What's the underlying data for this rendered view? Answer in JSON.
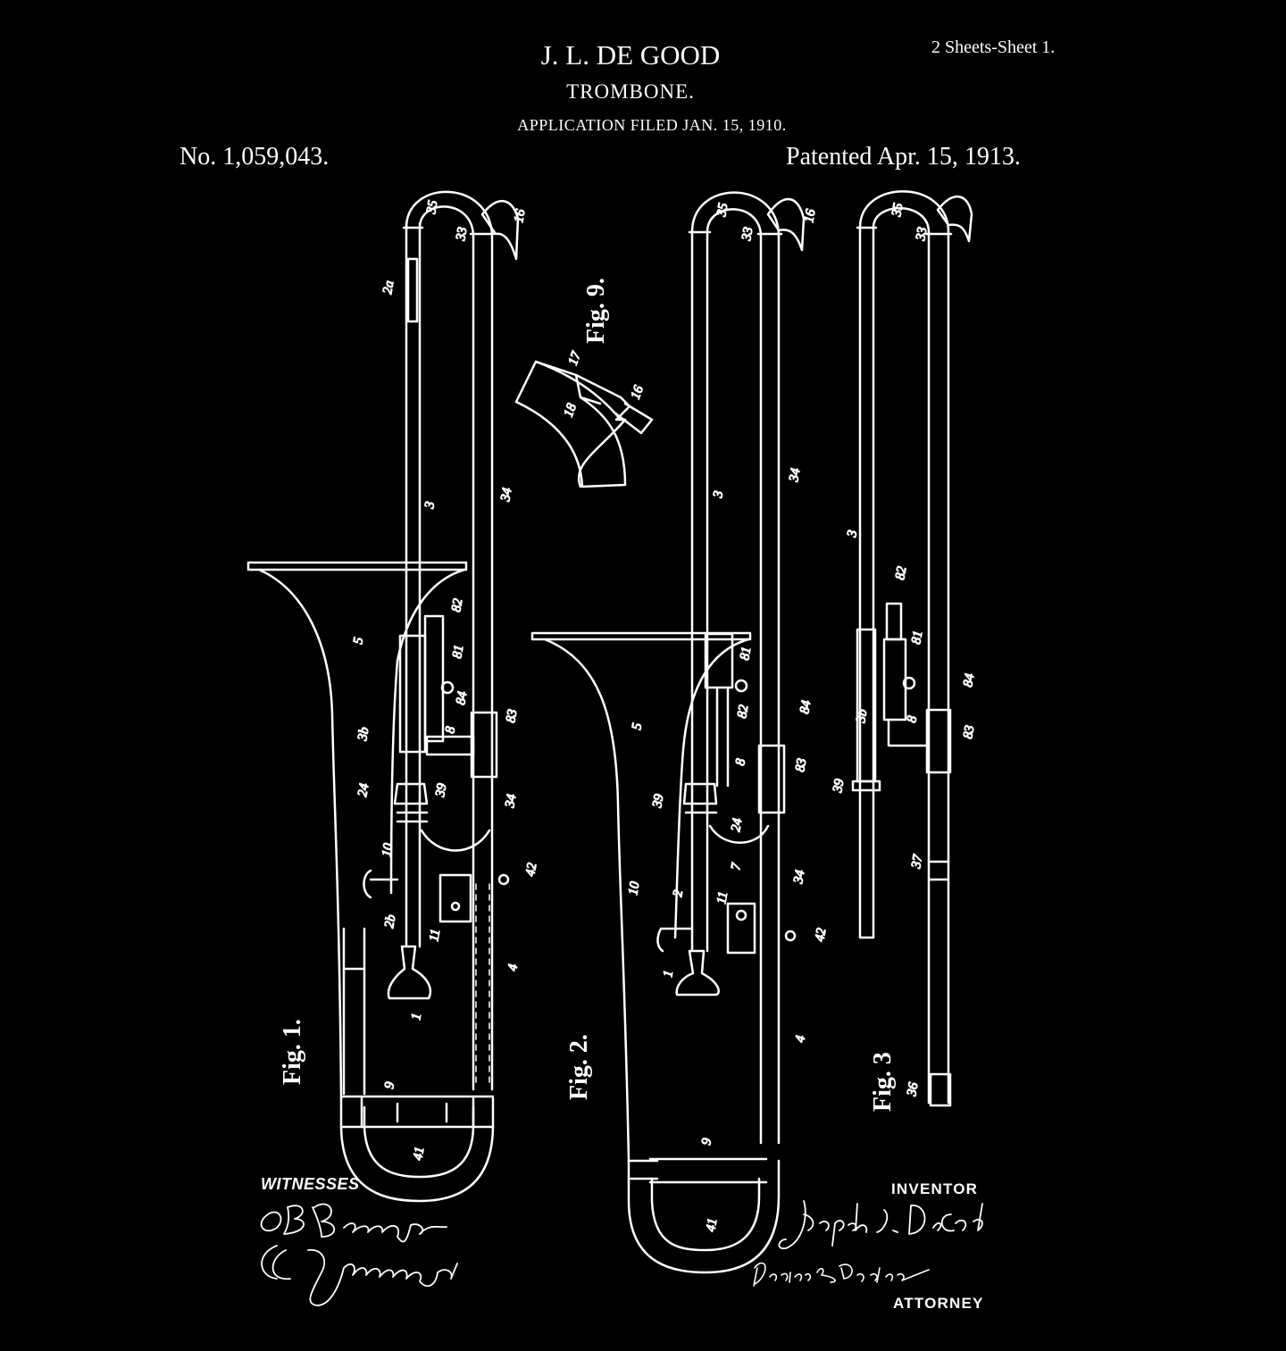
{
  "header": {
    "inventor_name": "J. L. DE GOOD",
    "sheet_info": "2 Sheets-Sheet 1.",
    "title": "TROMBONE.",
    "application_filed": "APPLICATION FILED JAN. 15, 1910.",
    "patent_number": "No. 1,059,043.",
    "patented_date": "Patented Apr. 15, 1913."
  },
  "figures": {
    "fig1": "Fig. 1.",
    "fig2": "Fig. 2.",
    "fig3": "Fig. 3",
    "fig9": "Fig. 9."
  },
  "footer": {
    "witnesses_label": "WITNESSES",
    "witness_signatures": [
      "O.B. Baenziger.",
      "C.C. Jennings"
    ],
    "inventor_label": "INVENTOR",
    "inventor_signature": "Joseph L. De Good",
    "attorney_signature": "Parker & Burton",
    "attorney_label": "ATTORNEY"
  },
  "colors": {
    "background": "#000000",
    "ink": "#ffffff"
  }
}
